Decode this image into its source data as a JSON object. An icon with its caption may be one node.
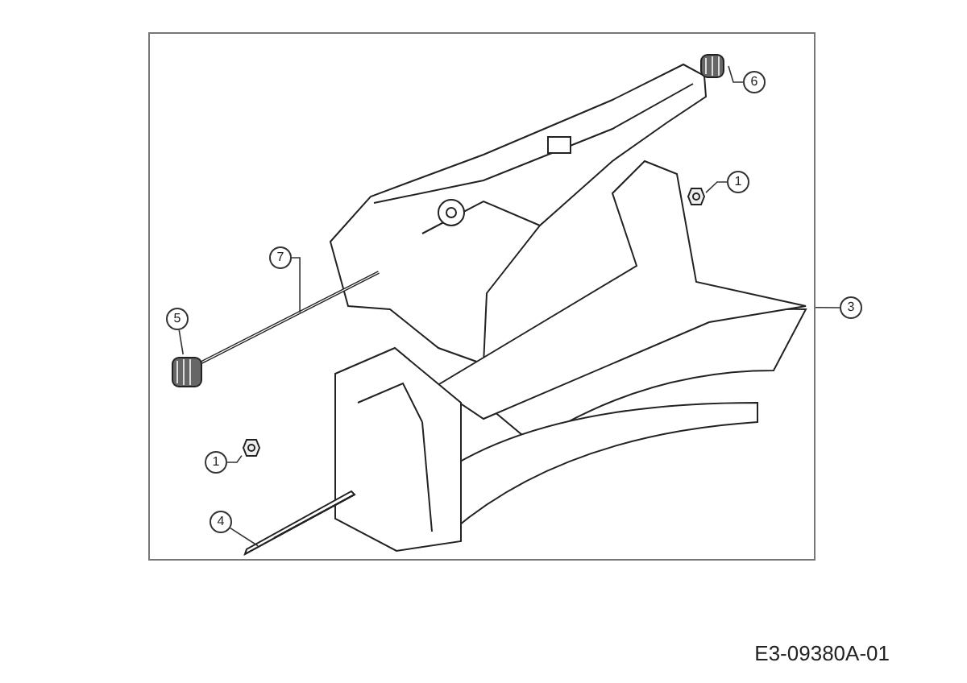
{
  "diagram": {
    "nodes": [
      {
        "text": [],
        "shape": "box"
      },
      {
        "text": [
          "6"
        ],
        "in": 0
      },
      {
        "text": [],
        "shape": "picture",
        "in": 0
      },
      {
        "text": [
          "1"
        ],
        "in": 0
      },
      {
        "text": [],
        "shape": "picture",
        "in": 0
      },
      {
        "text": [
          "7"
        ],
        "in": 0
      },
      {
        "text": [],
        "shape": "picture",
        "in": 0
      },
      {
        "text": [
          "3"
        ]
      },
      {
        "text": [
          "5"
        ],
        "in": 0
      },
      {
        "text": [],
        "shape": "picture",
        "in": 0
      },
      {
        "text": [
          "1"
        ],
        "in": 0
      },
      {
        "text": [],
        "shape": "picture",
        "in": 0
      },
      {
        "text": [
          "4"
        ],
        "in": 0
      },
      {
        "text": [],
        "shape": "picture",
        "in": 0
      }
    ],
    "edges": [
      {
        "from": 1,
        "to": 2,
        "arrow": "none"
      },
      {
        "from": 3,
        "to": 4,
        "arrow": "none"
      },
      {
        "from": 5,
        "to": 6,
        "arrow": "none"
      },
      {
        "from": 7,
        "to": 0,
        "arrow": "none"
      },
      {
        "from": 8,
        "to": 9,
        "arrow": "none"
      },
      {
        "from": 10,
        "to": 11,
        "arrow": "none"
      },
      {
        "from": 12,
        "to": 13,
        "arrow": "none"
      }
    ],
    "labels": [
      "E3-09380A-01"
    ]
  }
}
